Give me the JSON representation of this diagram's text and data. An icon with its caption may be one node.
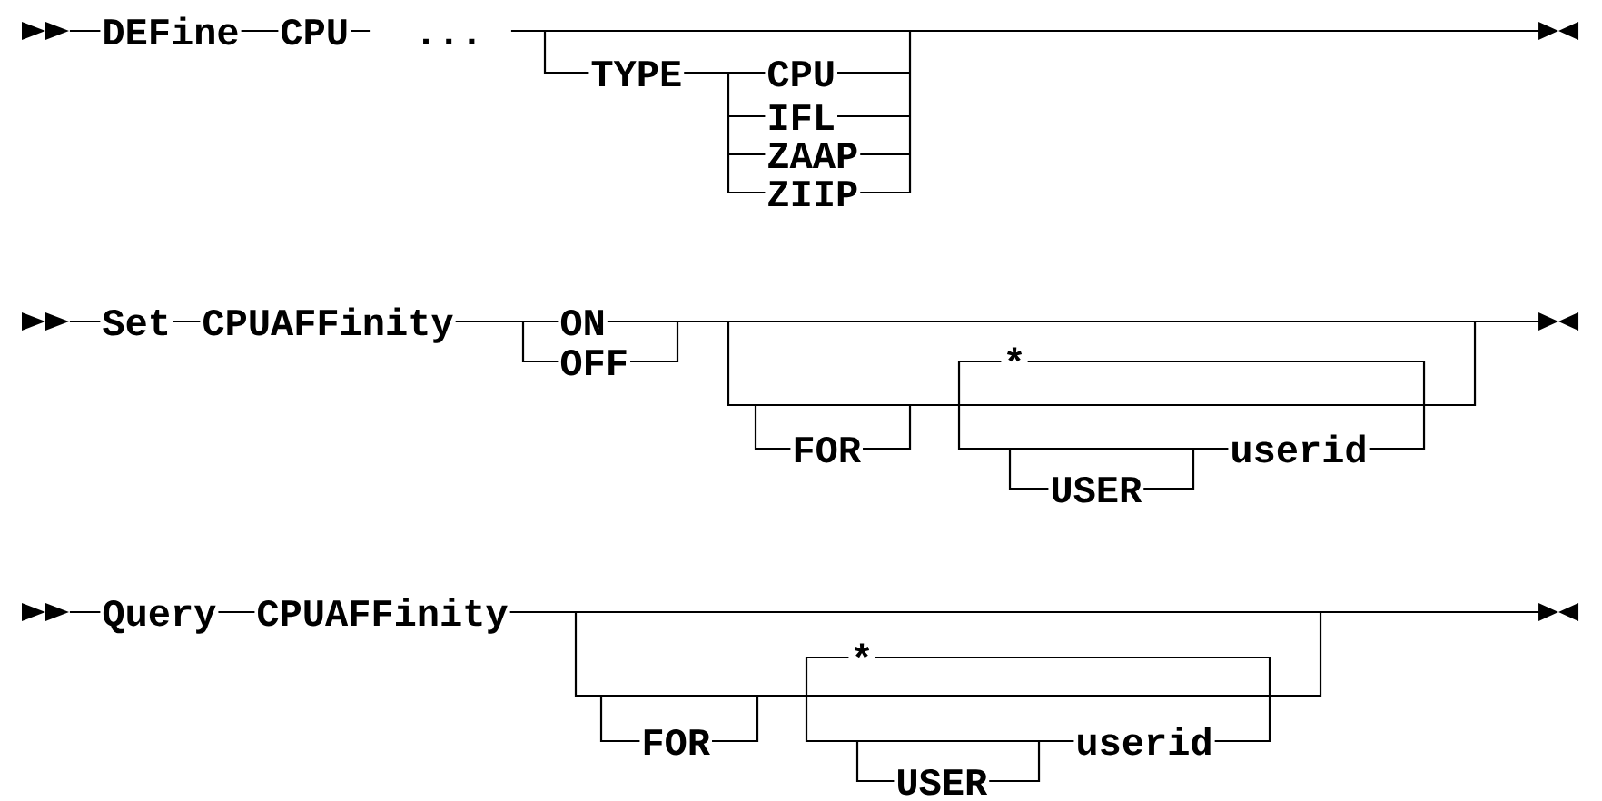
{
  "diagram": {
    "labels": [
      "DEFine",
      "CPU",
      "...",
      "TYPE",
      "CPU",
      "IFL",
      "ZAAP",
      "ZIIP",
      "Set",
      "CPUAFFinity",
      "ON",
      "OFF",
      "*",
      "FOR",
      "userid",
      "USER",
      "Query",
      "CPUAFFinity",
      "*",
      "FOR",
      "userid",
      "USER"
    ]
  }
}
